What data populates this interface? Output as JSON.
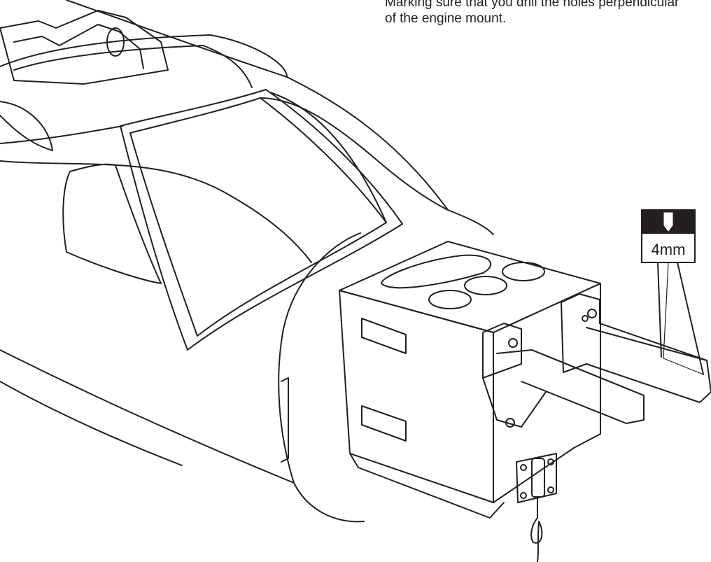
{
  "caption": {
    "line1": "Marking sure that you drill the holes perpendicular",
    "line2": "of the engine mount."
  },
  "drill_callout": {
    "size_label": "4mm",
    "icon": "drill-bit-icon"
  },
  "colors": {
    "ink": "#231f20",
    "paper": "#ffffff"
  }
}
